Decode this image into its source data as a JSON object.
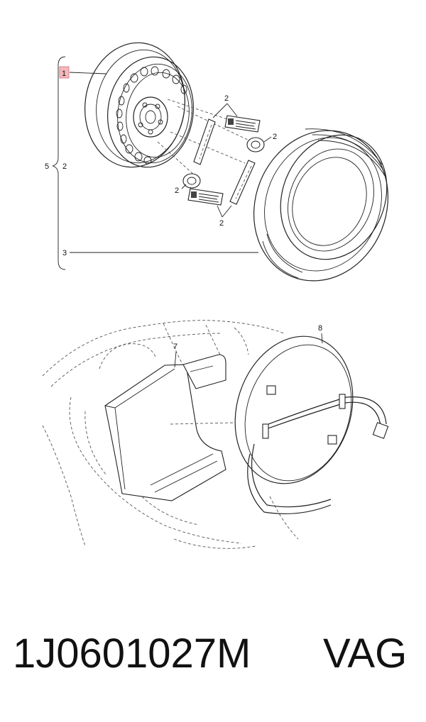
{
  "diagram": {
    "callouts": {
      "item_1": "1",
      "item_2_top": "2",
      "item_2_right": "2",
      "item_2_left": "2",
      "item_2_bracket": "2",
      "item_2_bottom": "2",
      "item_3": "3",
      "item_5": "5",
      "item_7": "7",
      "item_8": "8"
    },
    "highlight_color": "#f4b8bd"
  },
  "caption": {
    "part_number": "1J0601027M",
    "brand": "VAG"
  }
}
